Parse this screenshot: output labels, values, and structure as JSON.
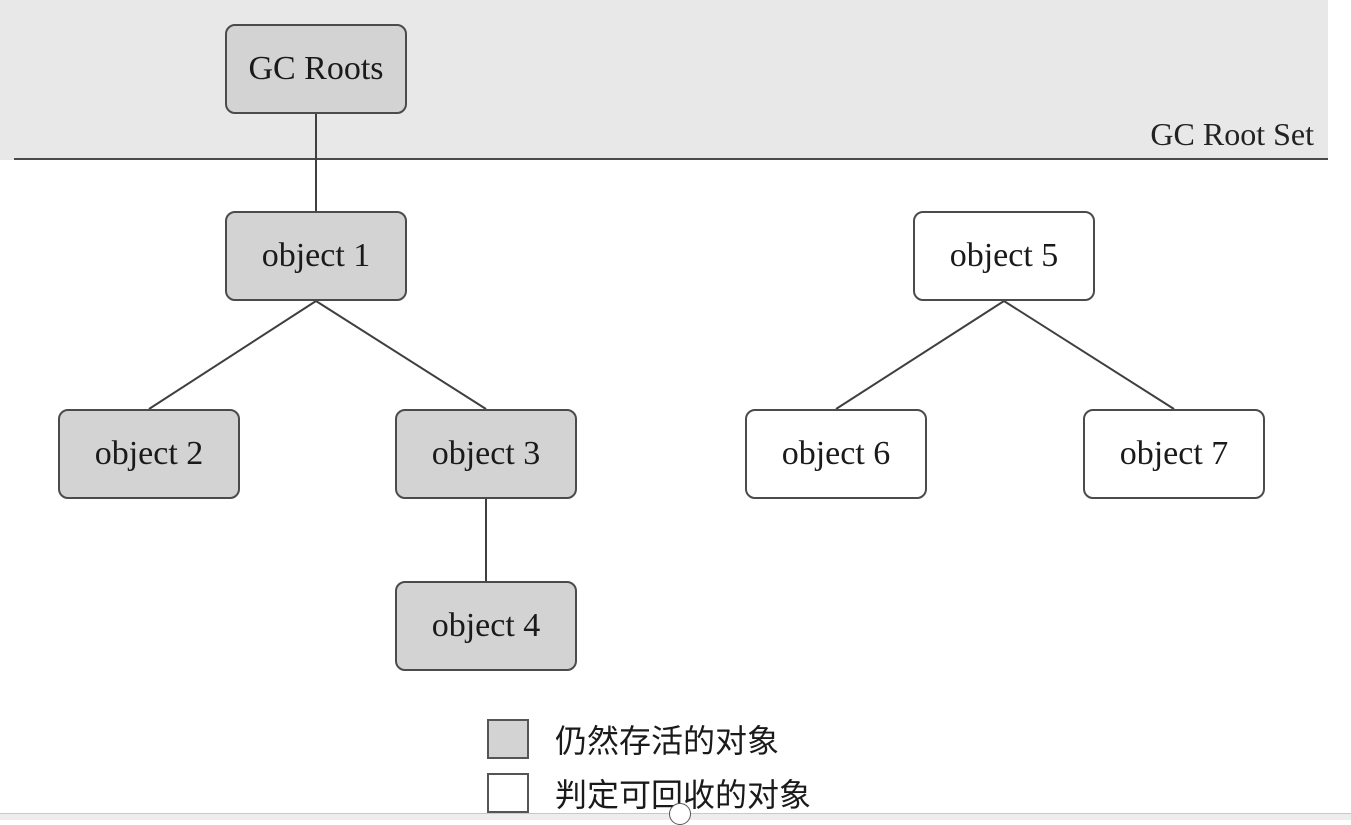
{
  "root_set": {
    "label": "GC Root Set"
  },
  "nodes": {
    "root": "GC Roots",
    "o1": "object 1",
    "o2": "object 2",
    "o3": "object 3",
    "o4": "object 4",
    "o5": "object 5",
    "o6": "object 6",
    "o7": "object 7"
  },
  "node_states": {
    "root": "live",
    "o1": "live",
    "o2": "live",
    "o3": "live",
    "o4": "live",
    "o5": "reclaimable",
    "o6": "reclaimable",
    "o7": "reclaimable"
  },
  "edges": [
    [
      "root",
      "o1"
    ],
    [
      "o1",
      "o2"
    ],
    [
      "o1",
      "o3"
    ],
    [
      "o3",
      "o4"
    ],
    [
      "o5",
      "o6"
    ],
    [
      "o5",
      "o7"
    ]
  ],
  "legend": {
    "live": "仍然存活的对象",
    "dead": "判定可回收的对象"
  },
  "colors": {
    "live_fill": "#d3d3d3",
    "dead_fill": "#ffffff",
    "root_band": "#e8e8e8",
    "stroke": "#4b4b4b"
  }
}
